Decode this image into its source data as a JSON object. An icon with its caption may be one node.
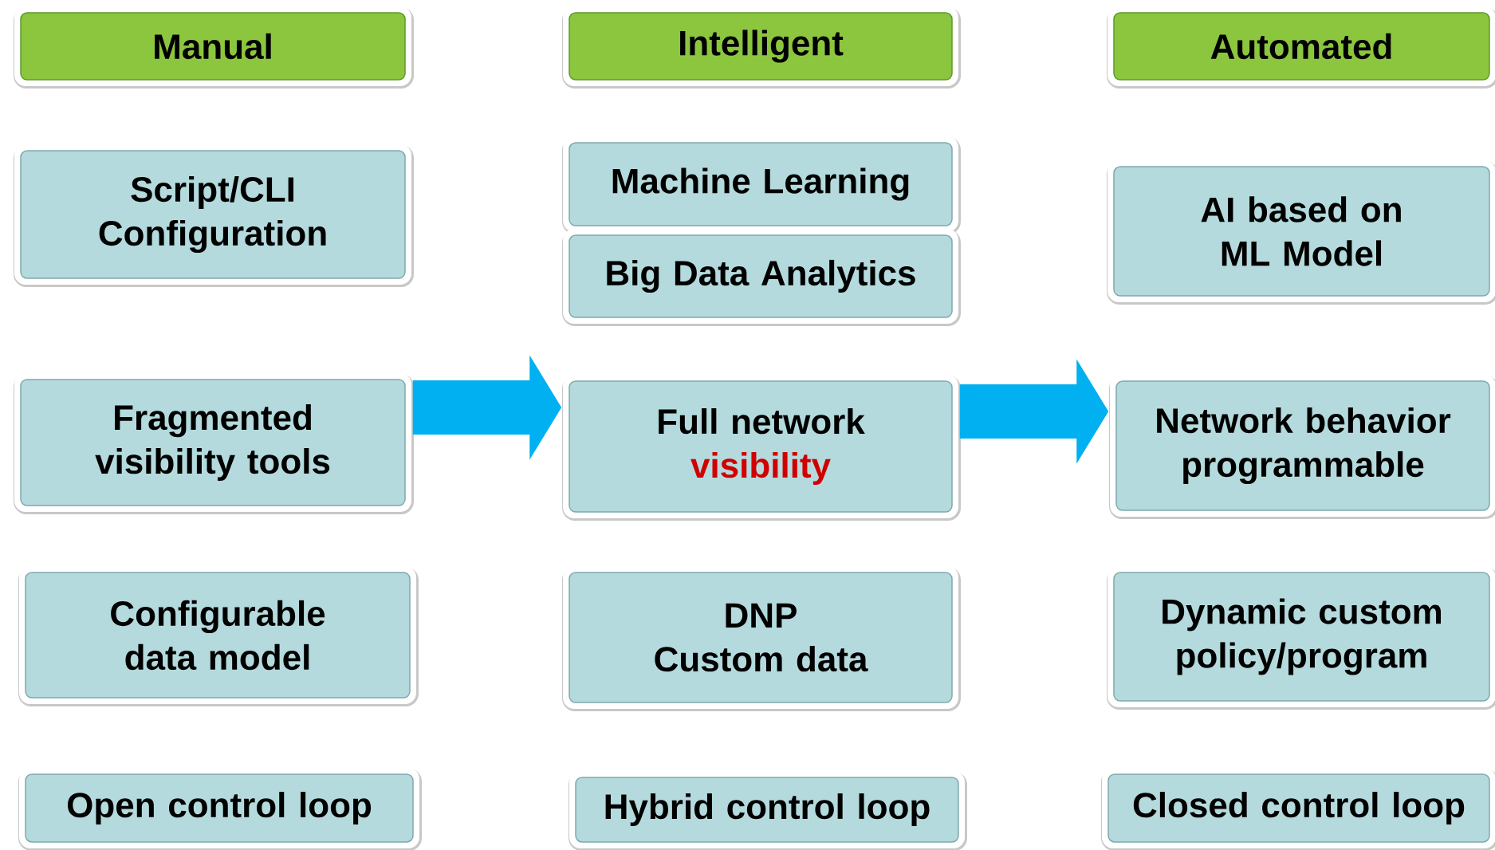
{
  "diagram": {
    "nodes": [
      {
        "text": [
          "Manual"
        ]
      },
      {
        "text": [
          "Script/CLI Configuration"
        ]
      },
      {
        "text": [
          "Fragmented visibility tools"
        ]
      },
      {
        "text": [
          "Configurable data model"
        ]
      },
      {
        "text": [
          "Open control loop"
        ]
      },
      {
        "text": [
          "Intelligent"
        ]
      },
      {
        "text": [
          "Machine Learning"
        ]
      },
      {
        "text": [
          "Big Data Analytics"
        ]
      },
      {
        "text": [
          "Full network",
          "visibility"
        ]
      },
      {
        "text": [
          "DNP",
          "Custom data"
        ]
      },
      {
        "text": [
          "Hybrid control loop"
        ]
      },
      {
        "text": [
          "Automated"
        ]
      },
      {
        "text": [
          "AI based on ML Model"
        ]
      },
      {
        "text": [
          "Network behavior programmable"
        ]
      },
      {
        "text": [
          "Dynamic custom policy/program"
        ]
      },
      {
        "text": [
          "Closed control loop"
        ]
      }
    ],
    "edges": [
      {
        "from": 2,
        "to": 8,
        "arrow": "to"
      },
      {
        "from": 8,
        "to": 13,
        "arrow": "to"
      }
    ]
  }
}
